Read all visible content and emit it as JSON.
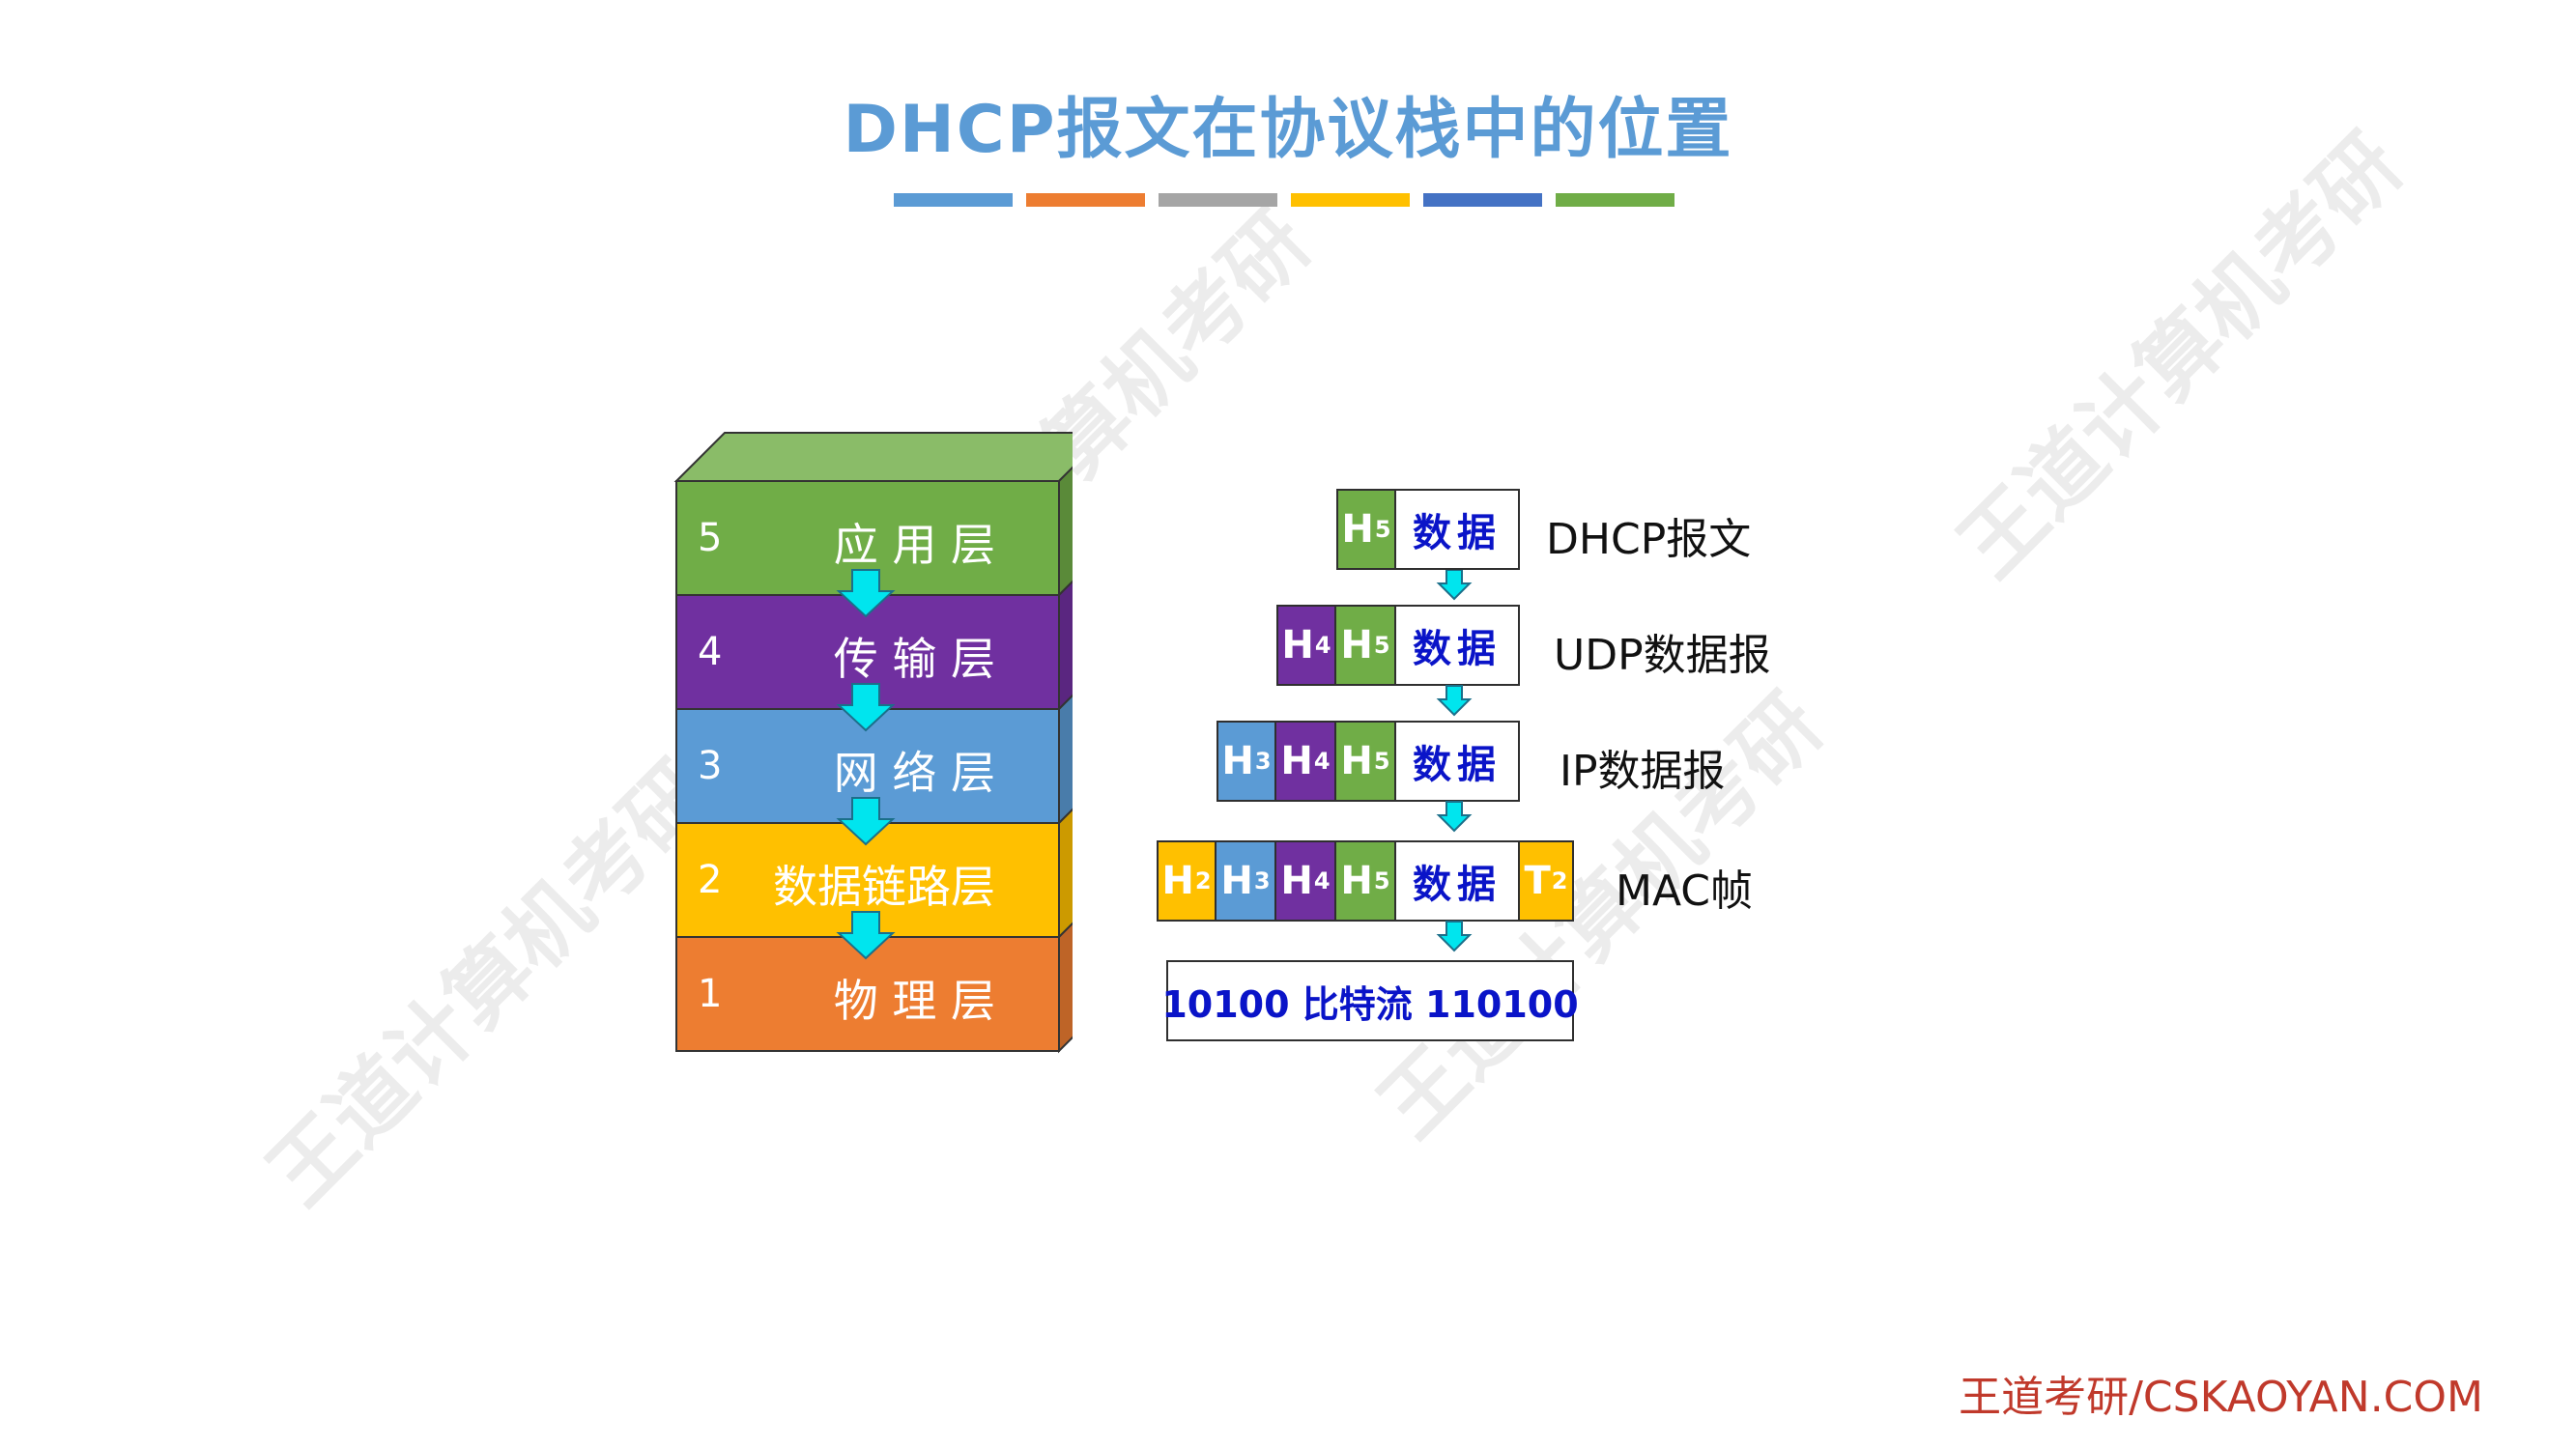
{
  "title": "DHCP报文在协议栈中的位置",
  "accent_bars": [
    "#5b9bd5",
    "#ed7d31",
    "#a5a5a5",
    "#ffc000",
    "#4472c4",
    "#70ad47"
  ],
  "layers": [
    {
      "num": "5",
      "name": "应 用 层",
      "color": "#70ad47"
    },
    {
      "num": "4",
      "name": "传 输 层",
      "color": "#7030a0"
    },
    {
      "num": "3",
      "name": "网 络 层",
      "color": "#5b9bd5"
    },
    {
      "num": "2",
      "name": "数据链路层",
      "color": "#ffc000"
    },
    {
      "num": "1",
      "name": "物 理 层",
      "color": "#ed7d31"
    }
  ],
  "data_cell_text": "数据",
  "packets": [
    {
      "label": "DHCP报文",
      "headers": [
        {
          "h": "H",
          "sub": "5",
          "color": "#70ad47"
        }
      ],
      "trailer": null
    },
    {
      "label": "UDP数据报",
      "headers": [
        {
          "h": "H",
          "sub": "4",
          "color": "#7030a0"
        },
        {
          "h": "H",
          "sub": "5",
          "color": "#70ad47"
        }
      ],
      "trailer": null
    },
    {
      "label": "IP数据报",
      "headers": [
        {
          "h": "H",
          "sub": "3",
          "color": "#5b9bd5"
        },
        {
          "h": "H",
          "sub": "4",
          "color": "#7030a0"
        },
        {
          "h": "H",
          "sub": "5",
          "color": "#70ad47"
        }
      ],
      "trailer": null
    },
    {
      "label": "MAC帧",
      "headers": [
        {
          "h": "H",
          "sub": "2",
          "color": "#ffc000"
        },
        {
          "h": "H",
          "sub": "3",
          "color": "#5b9bd5"
        },
        {
          "h": "H",
          "sub": "4",
          "color": "#7030a0"
        },
        {
          "h": "H",
          "sub": "5",
          "color": "#70ad47"
        }
      ],
      "trailer": {
        "h": "T",
        "sub": "2",
        "color": "#ffc000"
      }
    }
  ],
  "bitstream": "10100 比特流 110100",
  "footer": "王道考研/CSKAOYAN.COM",
  "watermark": "王道计算机考研"
}
